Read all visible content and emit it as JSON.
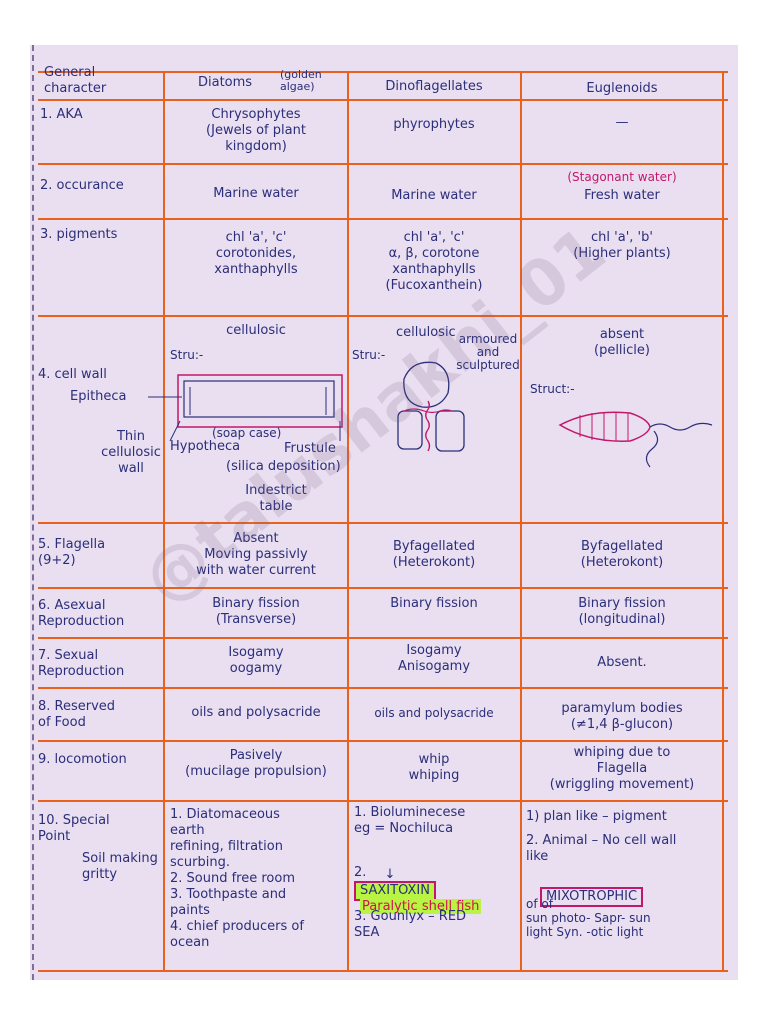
{
  "table": {
    "headers": {
      "general": "General\ncharacter",
      "diatoms": "Diatoms",
      "diatoms_note": "(golden\nalgae)",
      "dino": "Dinoflagellates",
      "eugl": "Euglenoids"
    },
    "rows": [
      {
        "label": "1. AKA",
        "diatoms": "Chrysophytes\n(Jewels of plant\nkingdom)",
        "dino": "phyrophytes",
        "eugl": "—"
      },
      {
        "label": "2. occurance",
        "diatoms": "Marine water",
        "dino": "Marine water",
        "eugl_note": "(Stagonant water)",
        "eugl": "Fresh water"
      },
      {
        "label": "3. pigments",
        "diatoms": "chl 'a', 'c'\ncorotonides,\nxanthaphylls",
        "dino": "chl 'a', 'c'\nα, β, corotone\nxanthaphylls\n(Fucoxanthein)",
        "eugl": "chl 'a', 'b'\n(Higher plants)"
      },
      {
        "label": "4. cell wall",
        "diatoms": "cellulosic",
        "dino": "cellulosic",
        "eugl": "absent\n(pellicle)"
      },
      {
        "label": "5. Flagella\n(9+2)",
        "diatoms": "Absent\nMoving passivly\nwith water current",
        "dino": "Byfagellated\n(Heterokont)",
        "eugl": "Byfagellated\n(Heterokont)"
      },
      {
        "label": "6. Asexual\nReproduction",
        "diatoms": "Binary fission\n(Transverse)",
        "dino": "Binary fission",
        "eugl": "Binary fission\n(longitudinal)"
      },
      {
        "label": "7. Sexual\nReproduction",
        "diatoms": "Isogamy\noogamy",
        "dino": "Isogamy\nAnisogamy",
        "eugl": "Absent."
      },
      {
        "label": "8. Reserved\nof Food",
        "diatoms": "oils and polysacride",
        "dino": "oils and polysacride",
        "eugl": "paramylum bodies\n(≠1,4 β-glucon)"
      },
      {
        "label": "9. locomotion",
        "diatoms": "Pasively\n(mucilage propulsion)",
        "dino": "whip\nwhiping",
        "eugl": "whiping due to\nFlagella\n(wriggling movement)"
      },
      {
        "label": "10. Special\nPoint",
        "label_note": "Soil making\ngritty",
        "diatoms": "1. Diatomaceous\nearth\nrefining, filtration\nscurbing.\n2. Sound free room\n3. Toothpaste and\npaints\n4. chief producers of\nocean",
        "dino_1": "1. Bioluminecese\neg = Nochiluca",
        "dino_2_num": "2.",
        "dino_2": "SAXITOXIN",
        "dino_arrow": "↓",
        "dino_2b": "Paralytic shell fish",
        "dino_3": "3. Gounlyx – RED\nSEA",
        "eugl_1": "1) plan like – pigment",
        "eugl_2": "2. Animal – No cell wall\nlike",
        "eugl_box": "MIXOTROPHIC",
        "eugl_3": "of     of\nsun photo-   Sapr-  sun\nlight Syn.  -otic  light"
      }
    ],
    "cellwall_sketch": {
      "diatoms_stru": "Stru:-",
      "diatoms_epitheca": "Epitheca",
      "diatoms_soap": "(soap case)",
      "diatoms_hypotheca": "Hypotheca",
      "diatoms_frustule": "Frustule",
      "diatoms_silica": "(silica deposition)",
      "diatoms_indestruct": "Indestrict\ntable",
      "diatoms_thin": "Thin\ncellulosic\nwall",
      "dino_stru": "Stru:-",
      "dino_armoured": "armoured\nand\nsculptured",
      "eugl_stru": "Struct:-"
    }
  },
  "watermark": "@talushakhi_01",
  "colors": {
    "grid": "#e8621e",
    "ink": "#2b2e7a",
    "pink": "#c2186b",
    "highlight": "#b8f542",
    "paper": "#e9dff0"
  }
}
